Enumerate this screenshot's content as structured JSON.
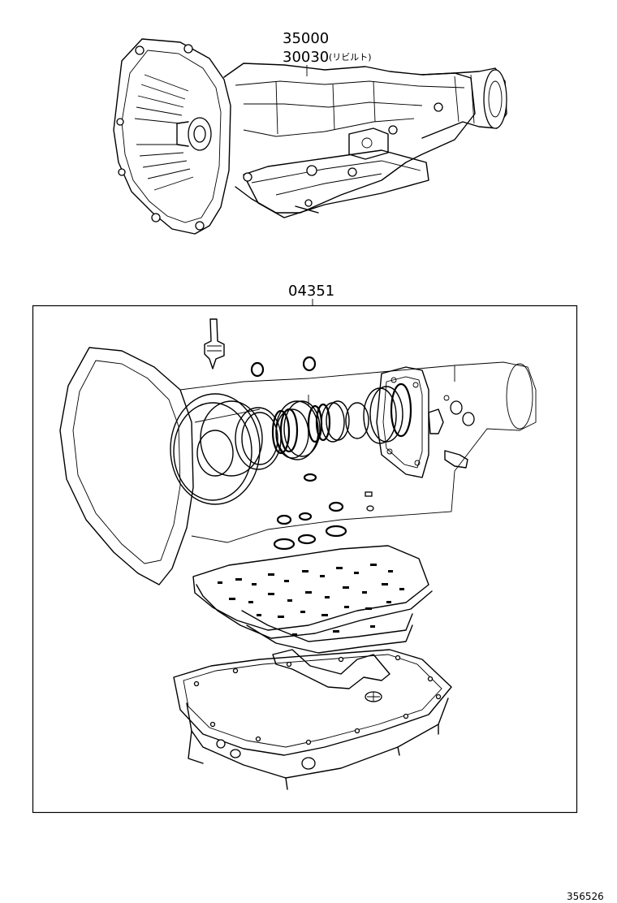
{
  "callouts": {
    "transmission_assy": "35000",
    "transmission_rebuilt": "30030",
    "transmission_rebuilt_note": "(リビルト)",
    "gasket_kit": "04351"
  },
  "reference_code": "356526"
}
